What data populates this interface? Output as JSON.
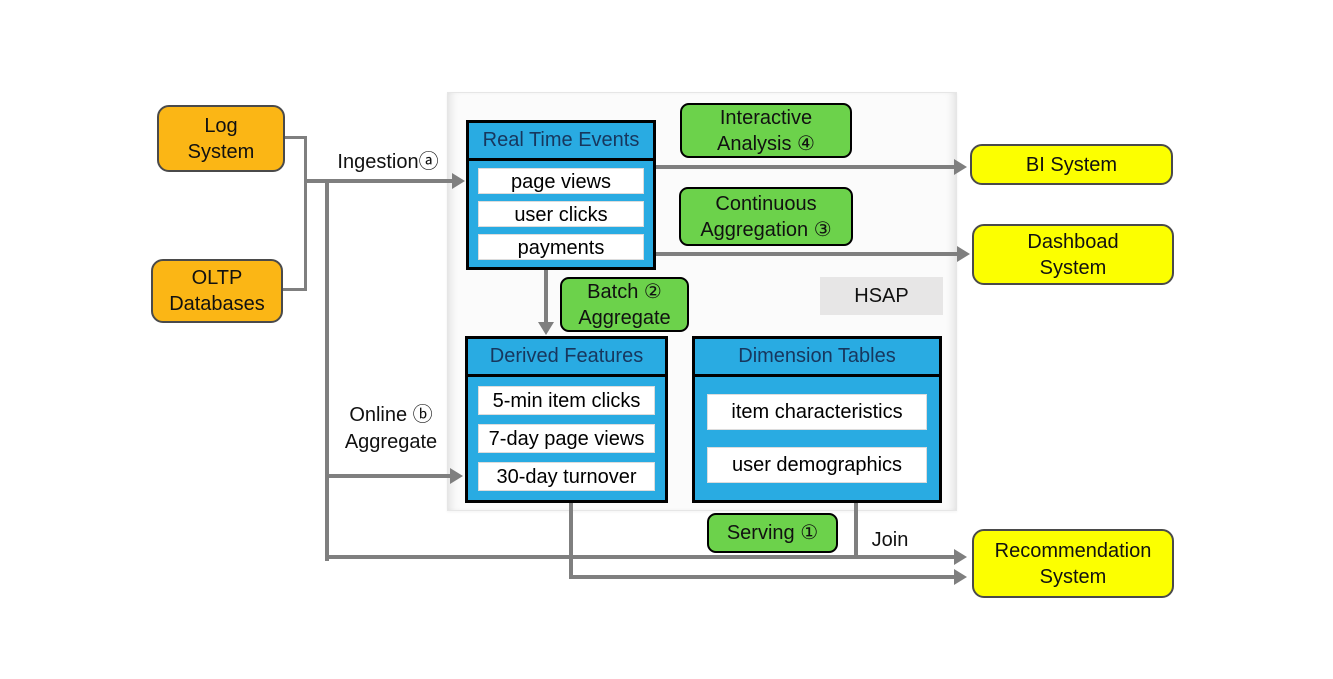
{
  "colors": {
    "source-fill": "#FBB615",
    "source-border": "#4a4a4a",
    "sink-fill": "#FCFF00",
    "sink-border": "#4a4a4a",
    "process-fill": "#6CD24B",
    "process-border": "#000000",
    "table-fill": "#29ABE2",
    "table-border": "#000000",
    "table-header-text": "#17375E",
    "arrow": "#7F7F7F",
    "hsap-fill": "#E7E6E6",
    "text": "#111111",
    "panel-fill": "#FBFBFB"
  },
  "nodes": {
    "log_system": "Log\nSystem",
    "oltp_databases": "OLTP\nDatabases",
    "bi_system": "BI System",
    "dashboard_system": "Dashboad\nSystem",
    "recommendation_system": "Recommendation\nSystem",
    "hsap": "HSAP"
  },
  "processes": {
    "interactive_analysis": "Interactive\nAnalysis ④",
    "continuous_aggregation": "Continuous\nAggregation ③",
    "batch_aggregate": "Batch ②\nAggregate",
    "serving": "Serving ①"
  },
  "tables": {
    "real_time_events": {
      "title": "Real Time Events",
      "rows": [
        "page views",
        "user clicks",
        "payments"
      ]
    },
    "derived_features": {
      "title": "Derived Features",
      "rows": [
        "5-min item clicks",
        "7-day page views",
        "30-day turnover"
      ]
    },
    "dimension_tables": {
      "title": "Dimension Tables",
      "rows": [
        "item characteristics",
        "user demographics"
      ]
    }
  },
  "edge_labels": {
    "ingestion": "Ingestionⓐ",
    "online_aggregate": "Online ⓑ\nAggregate",
    "join": "Join"
  }
}
